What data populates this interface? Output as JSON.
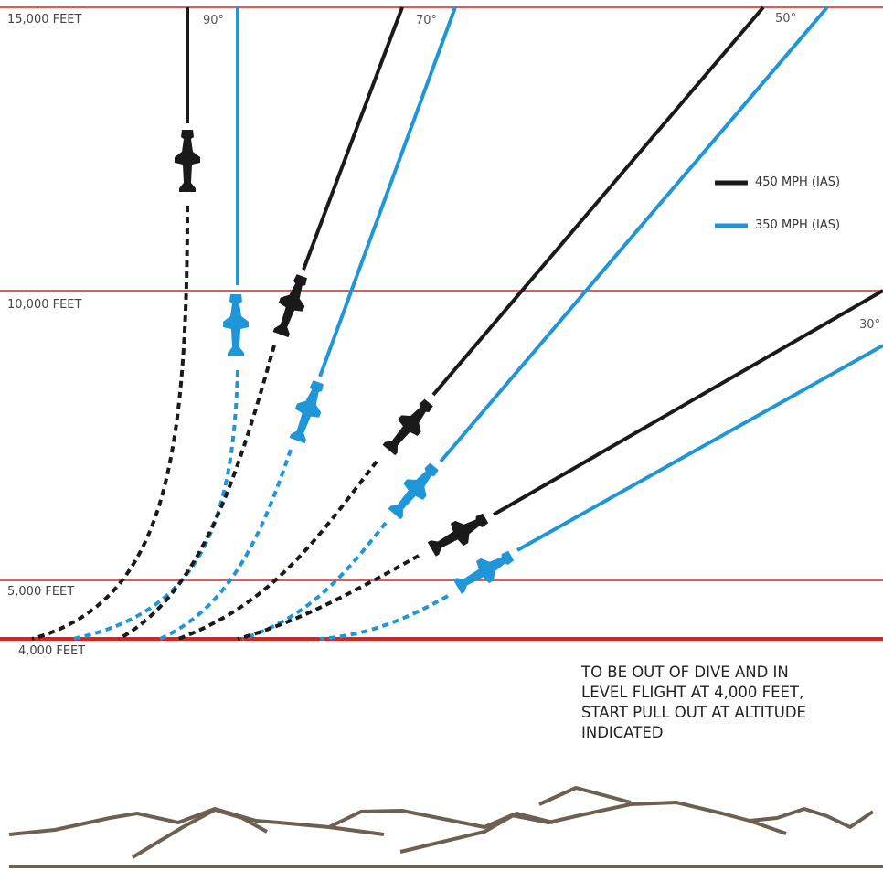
{
  "altitudes": {
    "a15000": "15,000 FEET",
    "a10000": "10,000 FEET",
    "a5000": "5,000 FEET",
    "a4000": "4,000 FEET"
  },
  "angles": {
    "deg90": "90°",
    "deg70": "70°",
    "deg50": "50°",
    "deg30": "30°"
  },
  "legend": {
    "speed450": "450 MPH (IAS)",
    "speed350": "350 MPH (IAS)"
  },
  "note": "TO BE OUT OF DIVE AND IN\nLEVEL FLIGHT AT 4,000 FEET,\nSTART PULL OUT AT ALTITUDE\nINDICATED",
  "colors": {
    "altitude_line": "#e02020",
    "speed450": "#1a1a1a",
    "speed350": "#1e96d8",
    "terrain": "#6e6050"
  }
}
